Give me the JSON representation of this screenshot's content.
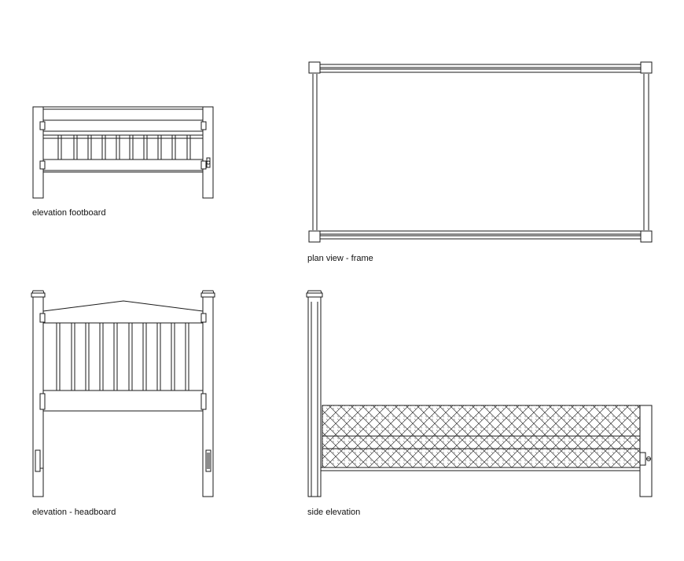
{
  "drawing": {
    "labels": {
      "footboard": "elevation footboard",
      "plan": "plan view - frame",
      "headboard": "elevation - headboard",
      "side": "side elevation"
    }
  }
}
